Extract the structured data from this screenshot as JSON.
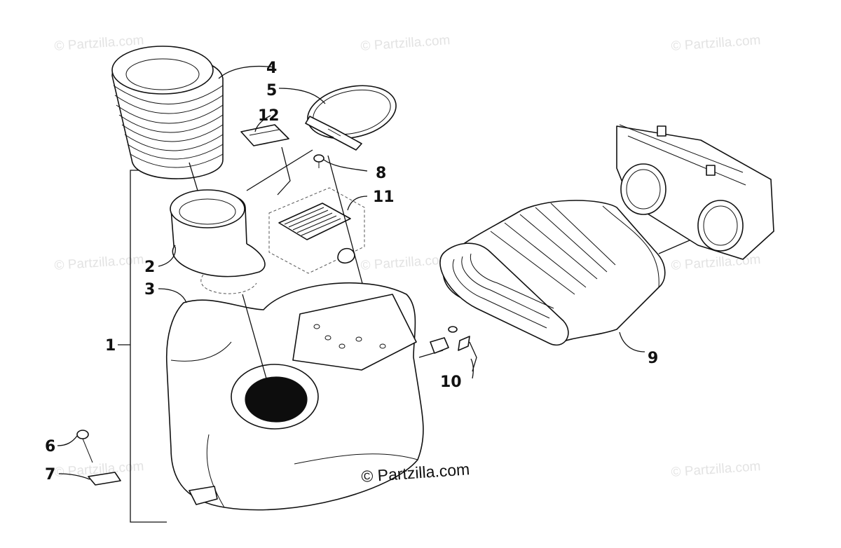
{
  "diagram": {
    "watermark": "© Partzilla.com",
    "watermark_main": "© Partzilla.com",
    "callouts": [
      "1",
      "2",
      "3",
      "4",
      "5",
      "6",
      "7",
      "8",
      "9",
      "10",
      "11",
      "12"
    ]
  }
}
